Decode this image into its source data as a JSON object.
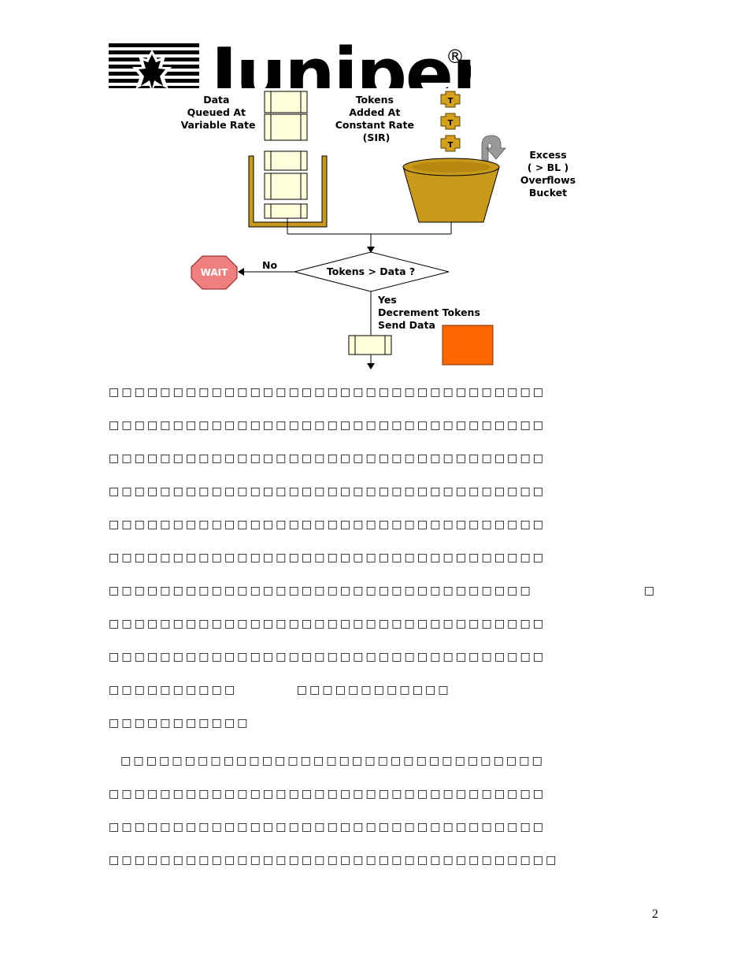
{
  "logo": {
    "wordmark": "Juniper",
    "registered": "®"
  },
  "diagram": {
    "data_label": [
      "Data",
      "Queued At",
      "Variable Rate"
    ],
    "tokens_label": [
      "Tokens",
      "Added At",
      "Constant Rate",
      "(SIR)"
    ],
    "token_glyph": "T",
    "excess_label": [
      "Excess",
      "( > BL )",
      "Overflows",
      "Bucket"
    ],
    "decision": "Tokens > Data ?",
    "no_label": "No",
    "wait_label": "WAIT",
    "yes_label": [
      "Yes",
      "Decrement Tokens",
      "Send Data"
    ],
    "colors": {
      "packet_fill": "#ffffdc",
      "bucket_gold": "#c9991a",
      "token_gold": "#d6a21e",
      "wait_red": "#f08080",
      "sent_orange": "#ff6600",
      "overflow_arrow": "#999999"
    }
  },
  "body": {
    "lines": [
      "□□□□□□□□□□□□□□□□□□□□□□□□□□□□□□□□□□",
      "□□□□□□□□□□□□□□□□□□□□□□□□□□□□□□□□□□",
      "□□□□□□□□□□□□□□□□□□□□□□□□□□□□□□□□□□",
      "□□□□□□□□□□□□□□□□□□□□□□□□□□□□□□□□□□",
      "□□□□□□□□□□□□□□□□□□□□□□□□□□□□□□□□□□",
      "□□□□□□□□□□□□□□□□□□□□□□□□□□□□□□□□□□",
      "□□□□□□□□□□□□□□□□□□□□□□□□□□□□□□□□□",
      "□□□□□□□□□□□□□□□□□□□□□□□□□□□□□□□□□□",
      "□□□□□□□□□□□□□□□□□□□□□□□□□□□□□□□□□□",
      "□□□□□□□□□□          □□□□□□□□□□□□",
      "□□□□□□□□□□□",
      "  □□□□□□□□□□□□□□□□□□□□□□□□□□□□□□□□□",
      "□□□□□□□□□□□□□□□□□□□□□□□□□□□□□□□□□□",
      "□□□□□□□□□□□□□□□□□□□□□□□□□□□□□□□□□□",
      "□□□□□□□□□□□□□□□□□□□□□□□□□□□□□□□□□□□"
    ],
    "stray_glyph": "□"
  },
  "page_number": "2"
}
